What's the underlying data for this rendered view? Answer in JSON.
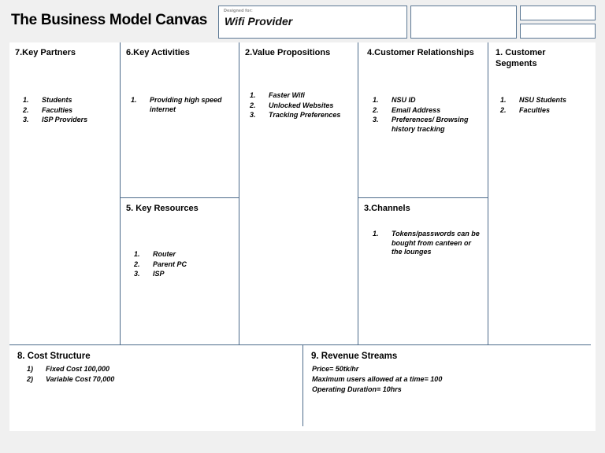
{
  "header": {
    "title": "The Business Model Canvas",
    "designed_for": {
      "label": "Designed for:",
      "value": "Wifi Provider"
    },
    "empty_box_mid": "",
    "empty_box_top_right": "",
    "empty_box_bottom_right": ""
  },
  "theme": {
    "page_background": "#f0f0f0",
    "canvas_background": "#ffffff",
    "outer_border": "#1b3e66",
    "inner_divider": "#4c6a8a",
    "text": "#000000",
    "label_gray": "#888888"
  },
  "blocks": {
    "key_partners": {
      "title": "7.Key Partners",
      "items": [
        {
          "num": "1.",
          "text": "Students"
        },
        {
          "num": "2.",
          "text": "Faculties"
        },
        {
          "num": "3.",
          "text": "ISP Providers"
        }
      ]
    },
    "key_activities": {
      "title": "6.Key Activities",
      "items": [
        {
          "num": "1.",
          "text": "Providing high speed internet"
        }
      ]
    },
    "key_resources": {
      "title": "5. Key Resources",
      "items": [
        {
          "num": "1.",
          "text": "Router"
        },
        {
          "num": "2.",
          "text": "Parent PC"
        },
        {
          "num": "3.",
          "text": "ISP"
        }
      ]
    },
    "value_propositions": {
      "title": "2.Value Propositions",
      "items": [
        {
          "num": "1.",
          "text": "Faster Wifi"
        },
        {
          "num": "2.",
          "text": "Unlocked Websites"
        },
        {
          "num": "3.",
          "text": "Tracking Preferences"
        }
      ]
    },
    "customer_relationships": {
      "title": "4.Customer Relationships",
      "items": [
        {
          "num": "1.",
          "text": "NSU ID"
        },
        {
          "num": "2.",
          "text": "Email Address"
        },
        {
          "num": "3.",
          "text": "Preferences/ Browsing history tracking"
        }
      ]
    },
    "channels": {
      "title": "3.Channels",
      "items": [
        {
          "num": "1.",
          "text": "Tokens/passwords can be bought from canteen or the lounges"
        }
      ]
    },
    "customer_segments": {
      "title": "1. Customer Segments",
      "items": [
        {
          "num": "1.",
          "text": "NSU Students"
        },
        {
          "num": "2.",
          "text": "Faculties"
        }
      ]
    },
    "cost_structure": {
      "title": "8. Cost Structure",
      "items": [
        {
          "num": "1)",
          "text": "Fixed Cost 100,000"
        },
        {
          "num": "2)",
          "text": "Variable Cost 70,000"
        }
      ]
    },
    "revenue_streams": {
      "title": "9. Revenue Streams",
      "lines": [
        "Price= 50tk/hr",
        "Maximum users allowed at a time= 100",
        "Operating Duration= 10hrs"
      ]
    }
  }
}
